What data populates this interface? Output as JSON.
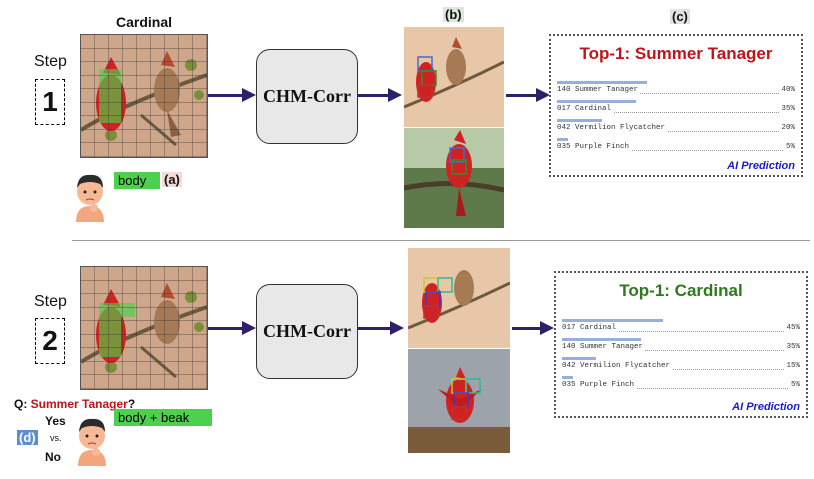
{
  "row1": {
    "image_title": "Cardinal",
    "step_label": "Step",
    "step_number": "1",
    "module_label": "CHM-Corr",
    "user_tag": "body",
    "letter_a": "(a)",
    "letter_b": "(b)",
    "letter_c": "(c)",
    "result": {
      "title": "Top-1: Summer Tanager",
      "title_color": "#c0141a",
      "items": [
        {
          "name": "140 Summer Tanager",
          "pct": "40%",
          "value": 0.4
        },
        {
          "name": "017 Cardinal",
          "pct": "35%",
          "value": 0.35
        },
        {
          "name": "042 Vermilion Flycatcher",
          "pct": "20%",
          "value": 0.2
        },
        {
          "name": "035 Purple Finch",
          "pct": "5%",
          "value": 0.05
        }
      ],
      "footer": "AI Prediction"
    }
  },
  "row2": {
    "step_label": "Step",
    "step_number": "2",
    "module_label": "CHM-Corr",
    "question_prefix": "Q: ",
    "question_species": "Summer Tanager",
    "question_suffix": "?",
    "yes_label": "Yes",
    "vs_label": "vs.",
    "no_label": "No",
    "letter_d": "(d)",
    "user_tag": "body + beak",
    "result": {
      "title": "Top-1: Cardinal",
      "title_color": "#2d7a1e",
      "items": [
        {
          "name": "017 Cardinal",
          "pct": "45%",
          "value": 0.45
        },
        {
          "name": "140 Summer Tanager",
          "pct": "35%",
          "value": 0.35
        },
        {
          "name": "042 Vermilion Flycatcher",
          "pct": "15%",
          "value": 0.15
        },
        {
          "name": "035 Purple Finch",
          "pct": "5%",
          "value": 0.05
        }
      ],
      "footer": "AI Prediction"
    }
  },
  "colors": {
    "arrow": "#2e1f6b",
    "highlight_green": "#4dd04d",
    "bar_blue": "#98afdc",
    "ai_label": "#1a1ad0"
  }
}
